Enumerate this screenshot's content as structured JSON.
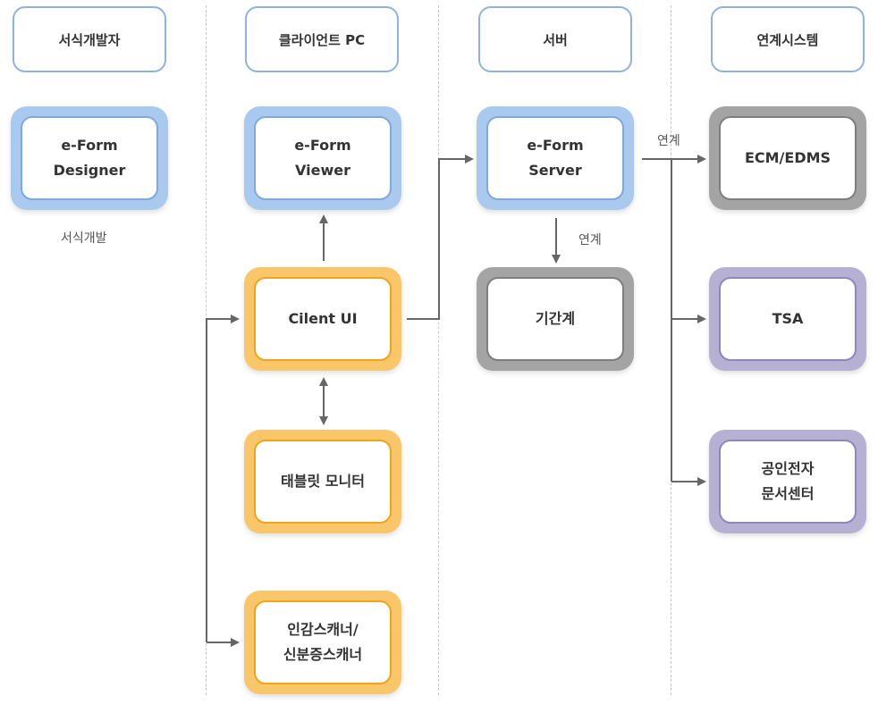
{
  "columns": {
    "form_developer": "서식개발자",
    "client_pc": "클라이언트 PC",
    "server": "서버",
    "linked_systems": "연계시스템"
  },
  "nodes": {
    "eform_designer": "e-Form\nDesigner",
    "eform_viewer": "e-Form\nViewer",
    "client_ui": "Cilent UI",
    "tablet_monitor": "태블릿 모니터",
    "scanner": "인감스캐너/\n신분증스캐너",
    "eform_server": "e-Form\nServer",
    "core_system": "기간계",
    "ecm_edms": "ECM/EDMS",
    "tsa": "TSA",
    "certified_doc_center": "공인전자\n문서센터"
  },
  "labels": {
    "form_development": "서식개발",
    "link_server_core": "연계",
    "link_systems": "연계"
  },
  "colors": {
    "blue": "#a9c9ee",
    "orange": "#f9c76a",
    "gray": "#a4a4a4",
    "purple": "#b6b0d2",
    "arrow": "#666666"
  }
}
